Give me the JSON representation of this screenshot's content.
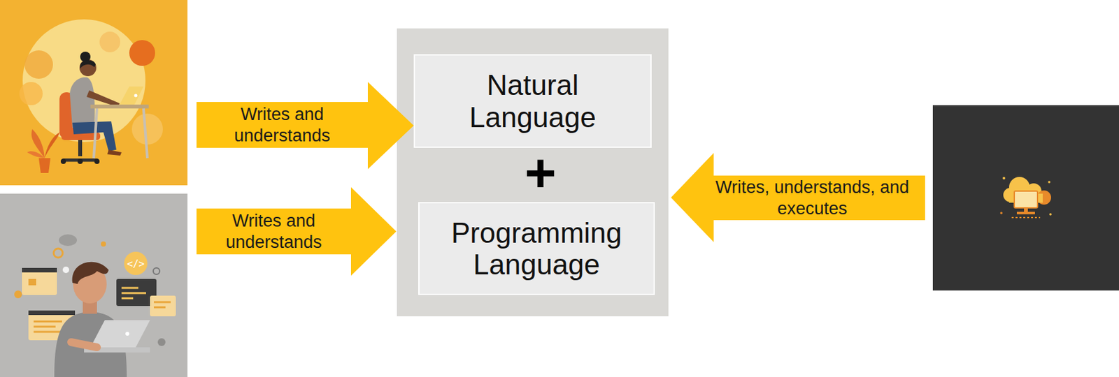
{
  "diagram": {
    "nodes": [
      {
        "text": [
          "Writes and understands"
        ]
      },
      {
        "text": [
          "Writes and understands"
        ]
      },
      {
        "text": [
          "Natural Language"
        ]
      },
      {
        "text": [
          "Programming Language"
        ]
      },
      {
        "text": [
          "Writes, understands, and executes"
        ]
      }
    ],
    "labels": [
      "+"
    ]
  }
}
